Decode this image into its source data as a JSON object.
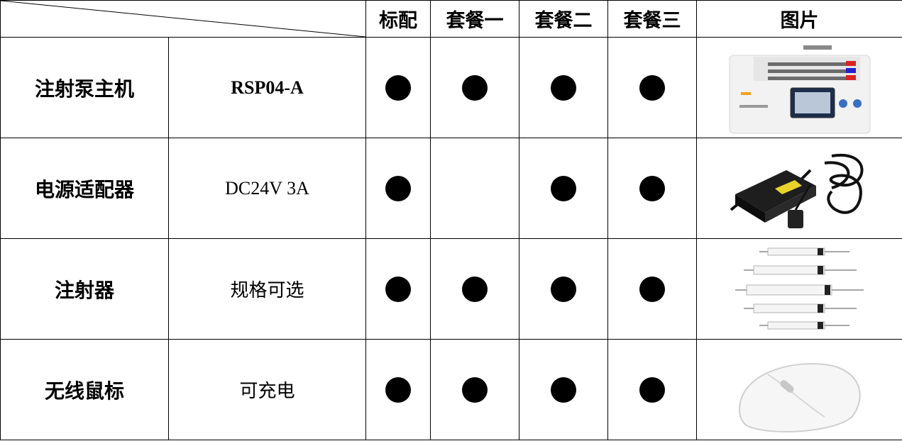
{
  "headers": {
    "standard": "标配",
    "package1": "套餐一",
    "package2": "套餐二",
    "package3": "套餐三",
    "picture": "图片"
  },
  "rows": [
    {
      "name": "注射泵主机",
      "spec": "RSP04-A",
      "marks": [
        true,
        true,
        true,
        true
      ],
      "picture_icon": "syringe-pump-photo"
    },
    {
      "name": "电源适配器",
      "spec": "DC24V 3A",
      "marks": [
        true,
        false,
        true,
        true
      ],
      "picture_icon": "power-adapter-photo"
    },
    {
      "name": "注射器",
      "spec": "规格可选",
      "marks": [
        true,
        true,
        true,
        true
      ],
      "picture_icon": "syringes-photo"
    },
    {
      "name": "无线鼠标",
      "spec": "可充电",
      "marks": [
        true,
        true,
        true,
        true
      ],
      "picture_icon": "wireless-mouse-photo"
    }
  ],
  "mark_symbol_icon": "filled-circle"
}
